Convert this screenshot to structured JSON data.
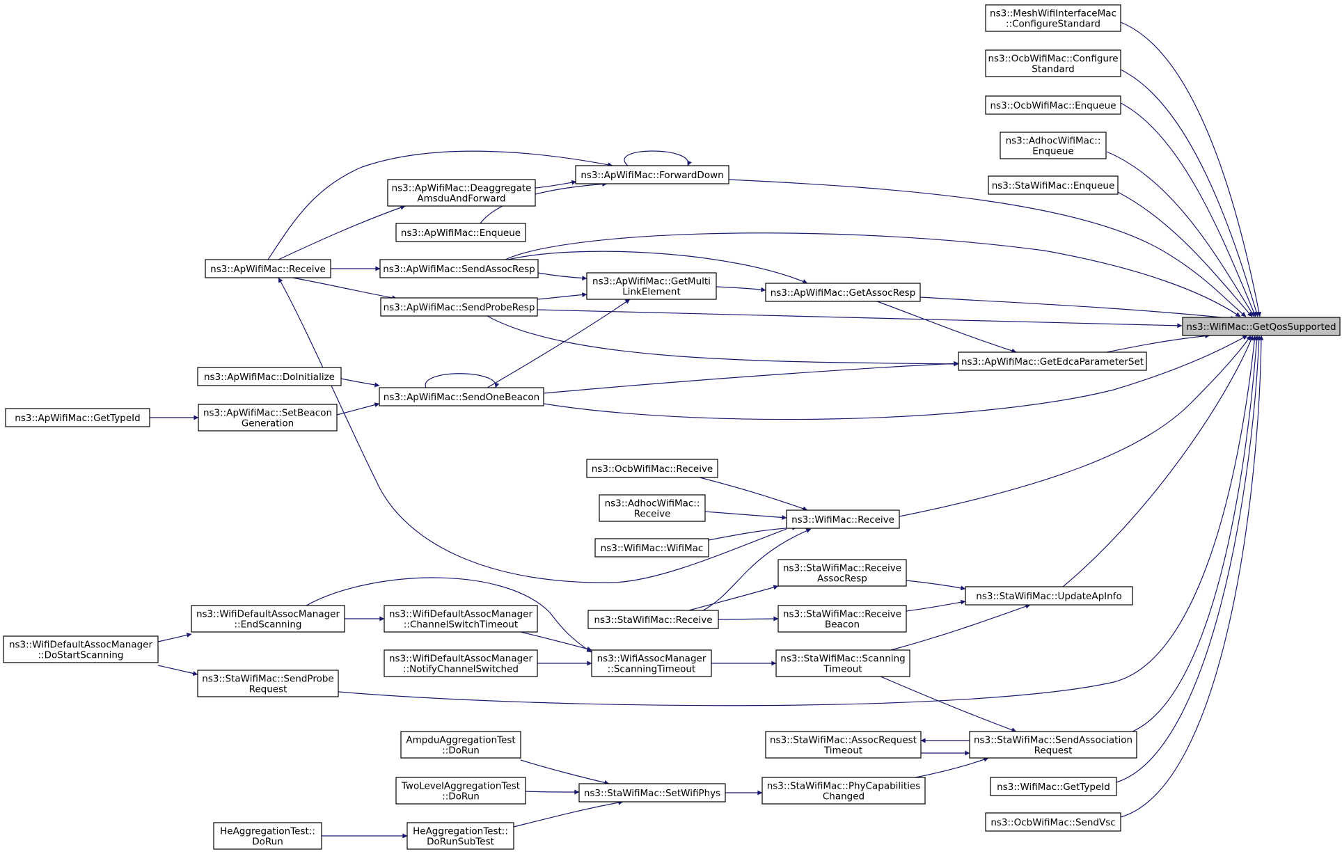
{
  "diagram": {
    "type": "call-graph",
    "colors": {
      "edge": "#191970",
      "node_border": "#000000",
      "focus_fill": "#bfbfbf",
      "node_fill": "#ffffff"
    },
    "nodes": [
      {
        "id": "getqos",
        "lines": [
          "ns3::WifiMac::GetQosSupported"
        ],
        "focus": true
      },
      {
        "id": "meshcfg",
        "lines": [
          "ns3::MeshWifiInterfaceMac",
          "::ConfigureStandard"
        ]
      },
      {
        "id": "ocbcfg",
        "lines": [
          "ns3::OcbWifiMac::Configure",
          "Standard"
        ]
      },
      {
        "id": "ocbenq",
        "lines": [
          "ns3::OcbWifiMac::Enqueue"
        ]
      },
      {
        "id": "adhocenq",
        "lines": [
          "ns3::AdhocWifiMac::",
          "Enqueue"
        ]
      },
      {
        "id": "staenq",
        "lines": [
          "ns3::StaWifiMac::Enqueue"
        ]
      },
      {
        "id": "apfwd",
        "lines": [
          "ns3::ApWifiMac::ForwardDown"
        ]
      },
      {
        "id": "apdeagg",
        "lines": [
          "ns3::ApWifiMac::Deaggregate",
          "AmsduAndForward"
        ]
      },
      {
        "id": "apenq",
        "lines": [
          "ns3::ApWifiMac::Enqueue"
        ]
      },
      {
        "id": "aprecv",
        "lines": [
          "ns3::ApWifiMac::Receive"
        ]
      },
      {
        "id": "apsendassoc",
        "lines": [
          "ns3::ApWifiMac::SendAssocResp"
        ]
      },
      {
        "id": "apmulti",
        "lines": [
          "ns3::ApWifiMac::GetMulti",
          "LinkElement"
        ]
      },
      {
        "id": "apgetassoc",
        "lines": [
          "ns3::ApWifiMac::GetAssocResp"
        ]
      },
      {
        "id": "approbe",
        "lines": [
          "ns3::ApWifiMac::SendProbeResp"
        ]
      },
      {
        "id": "apedca",
        "lines": [
          "ns3::ApWifiMac::GetEdcaParameterSet"
        ]
      },
      {
        "id": "apinit",
        "lines": [
          "ns3::ApWifiMac::DoInitialize"
        ]
      },
      {
        "id": "apbeacon",
        "lines": [
          "ns3::ApWifiMac::SendOneBeacon"
        ]
      },
      {
        "id": "aptypeid",
        "lines": [
          "ns3::ApWifiMac::GetTypeId"
        ]
      },
      {
        "id": "apsetbeacon",
        "lines": [
          "ns3::ApWifiMac::SetBeacon",
          "Generation"
        ]
      },
      {
        "id": "ocbrecv",
        "lines": [
          "ns3::OcbWifiMac::Receive"
        ]
      },
      {
        "id": "adhocrecv",
        "lines": [
          "ns3::AdhocWifiMac::",
          "Receive"
        ]
      },
      {
        "id": "wifirecv",
        "lines": [
          "ns3::WifiMac::Receive"
        ]
      },
      {
        "id": "wifictor",
        "lines": [
          "ns3::WifiMac::WifiMac"
        ]
      },
      {
        "id": "starecvassoc",
        "lines": [
          "ns3::StaWifiMac::Receive",
          "AssocResp"
        ]
      },
      {
        "id": "staupdate",
        "lines": [
          "ns3::StaWifiMac::UpdateApInfo"
        ]
      },
      {
        "id": "endscan",
        "lines": [
          "ns3::WifiDefaultAssocManager",
          "::EndScanning"
        ]
      },
      {
        "id": "chswitch",
        "lines": [
          "ns3::WifiDefaultAssocManager",
          "::ChannelSwitchTimeout"
        ]
      },
      {
        "id": "starecv",
        "lines": [
          "ns3::StaWifiMac::Receive"
        ]
      },
      {
        "id": "starecvbeacon",
        "lines": [
          "ns3::StaWifiMac::Receive",
          "Beacon"
        ]
      },
      {
        "id": "dostart",
        "lines": [
          "ns3::WifiDefaultAssocManager",
          "::DoStartScanning"
        ]
      },
      {
        "id": "notifych",
        "lines": [
          "ns3::WifiDefaultAssocManager",
          "::NotifyChannelSwitched"
        ]
      },
      {
        "id": "scantimeout",
        "lines": [
          "ns3::WifiAssocManager",
          "::ScanningTimeout"
        ]
      },
      {
        "id": "stascantimeout",
        "lines": [
          "ns3::StaWifiMac::Scanning",
          "Timeout"
        ]
      },
      {
        "id": "stasendprobe",
        "lines": [
          "ns3::StaWifiMac::SendProbe",
          "Request"
        ]
      },
      {
        "id": "ampdu",
        "lines": [
          "AmpduAggregationTest",
          "::DoRun"
        ]
      },
      {
        "id": "staassocto",
        "lines": [
          "ns3::StaWifiMac::AssocRequest",
          "Timeout"
        ]
      },
      {
        "id": "stasendassoc",
        "lines": [
          "ns3::StaWifiMac::SendAssociation",
          "Request"
        ]
      },
      {
        "id": "twolevel",
        "lines": [
          "TwoLevelAggregationTest",
          "::DoRun"
        ]
      },
      {
        "id": "setphys",
        "lines": [
          "ns3::StaWifiMac::SetWifiPhys"
        ]
      },
      {
        "id": "phycap",
        "lines": [
          "ns3::StaWifiMac::PhyCapabilities",
          "Changed"
        ]
      },
      {
        "id": "wifitypeid",
        "lines": [
          "ns3::WifiMac::GetTypeId"
        ]
      },
      {
        "id": "hedorun",
        "lines": [
          "HeAggregationTest::",
          "DoRun"
        ]
      },
      {
        "id": "hesub",
        "lines": [
          "HeAggregationTest::",
          "DoRunSubTest"
        ]
      },
      {
        "id": "ocbvsc",
        "lines": [
          "ns3::OcbWifiMac::SendVsc"
        ]
      }
    ],
    "edges": [
      {
        "from": "meshcfg",
        "to": "getqos"
      },
      {
        "from": "ocbcfg",
        "to": "getqos"
      },
      {
        "from": "ocbenq",
        "to": "getqos"
      },
      {
        "from": "adhocenq",
        "to": "getqos"
      },
      {
        "from": "staenq",
        "to": "getqos"
      },
      {
        "from": "apfwd",
        "to": "getqos"
      },
      {
        "from": "apsendassoc",
        "to": "getqos"
      },
      {
        "from": "apgetassoc",
        "to": "getqos"
      },
      {
        "from": "approbe",
        "to": "getqos"
      },
      {
        "from": "apedca",
        "to": "getqos"
      },
      {
        "from": "apbeacon",
        "to": "getqos"
      },
      {
        "from": "wifirecv",
        "to": "getqos"
      },
      {
        "from": "staupdate",
        "to": "getqos"
      },
      {
        "from": "stasendprobe",
        "to": "getqos"
      },
      {
        "from": "stasendassoc",
        "to": "getqos"
      },
      {
        "from": "wifitypeid",
        "to": "getqos"
      },
      {
        "from": "ocbvsc",
        "to": "getqos"
      },
      {
        "from": "apfwd",
        "to": "apfwd"
      },
      {
        "from": "apdeagg",
        "to": "apfwd"
      },
      {
        "from": "apenq",
        "to": "apfwd"
      },
      {
        "from": "aprecv",
        "to": "apfwd"
      },
      {
        "from": "aprecv",
        "to": "apdeagg"
      },
      {
        "from": "aprecv",
        "to": "apsendassoc"
      },
      {
        "from": "aprecv",
        "to": "approbe"
      },
      {
        "from": "wifirecv",
        "to": "aprecv"
      },
      {
        "from": "apsendassoc",
        "to": "apgetassoc"
      },
      {
        "from": "apsendassoc",
        "to": "apmulti"
      },
      {
        "from": "approbe",
        "to": "apmulti"
      },
      {
        "from": "approbe",
        "to": "apedca"
      },
      {
        "from": "apbeacon",
        "to": "apmulti"
      },
      {
        "from": "apbeacon",
        "to": "apedca"
      },
      {
        "from": "apbeacon",
        "to": "apbeacon"
      },
      {
        "from": "apmulti",
        "to": "apgetassoc"
      },
      {
        "from": "apgetassoc",
        "to": "apedca"
      },
      {
        "from": "apinit",
        "to": "apbeacon"
      },
      {
        "from": "apsetbeacon",
        "to": "apbeacon"
      },
      {
        "from": "aptypeid",
        "to": "apsetbeacon"
      },
      {
        "from": "ocbrecv",
        "to": "wifirecv"
      },
      {
        "from": "adhocrecv",
        "to": "wifirecv"
      },
      {
        "from": "wifictor",
        "to": "wifirecv"
      },
      {
        "from": "starecv",
        "to": "wifirecv"
      },
      {
        "from": "starecv",
        "to": "starecvassoc"
      },
      {
        "from": "starecv",
        "to": "starecvbeacon"
      },
      {
        "from": "starecvassoc",
        "to": "staupdate"
      },
      {
        "from": "starecvbeacon",
        "to": "staupdate"
      },
      {
        "from": "stascantimeout",
        "to": "staupdate"
      },
      {
        "from": "scantimeout",
        "to": "stascantimeout"
      },
      {
        "from": "endscan",
        "to": "scantimeout"
      },
      {
        "from": "chswitch",
        "to": "scantimeout"
      },
      {
        "from": "notifych",
        "to": "scantimeout"
      },
      {
        "from": "endscan",
        "to": "chswitch"
      },
      {
        "from": "dostart",
        "to": "endscan"
      },
      {
        "from": "dostart",
        "to": "stasendprobe"
      },
      {
        "from": "stascantimeout",
        "to": "stasendassoc"
      },
      {
        "from": "stasendassoc",
        "to": "staassocto"
      },
      {
        "from": "staassocto",
        "to": "stasendassoc"
      },
      {
        "from": "phycap",
        "to": "stasendassoc"
      },
      {
        "from": "setphys",
        "to": "phycap"
      },
      {
        "from": "ampdu",
        "to": "setphys"
      },
      {
        "from": "twolevel",
        "to": "setphys"
      },
      {
        "from": "hesub",
        "to": "setphys"
      },
      {
        "from": "hedorun",
        "to": "hesub"
      }
    ]
  }
}
